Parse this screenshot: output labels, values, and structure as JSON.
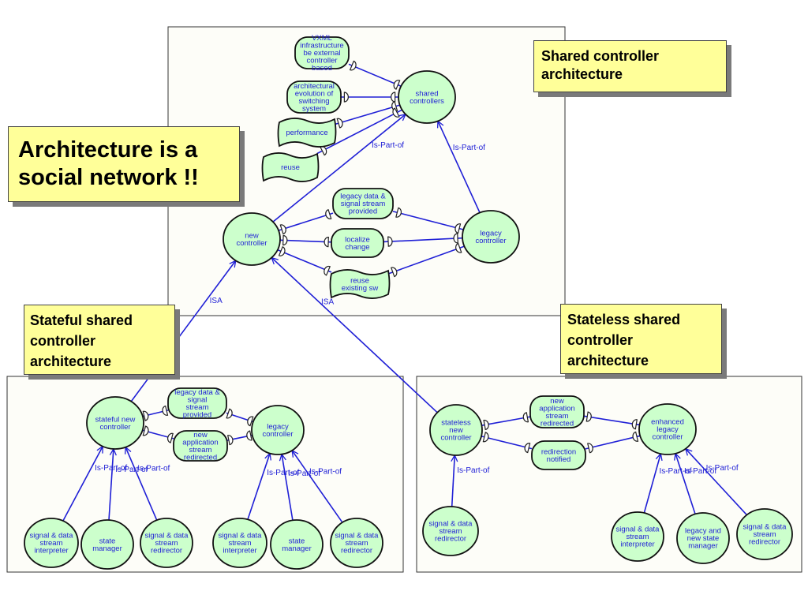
{
  "callouts": {
    "title": [
      "Architecture is a",
      "social network !!"
    ],
    "shared": [
      "Shared controller",
      "architecture"
    ],
    "stateful": [
      "Stateful shared",
      "controller",
      "architecture"
    ],
    "stateless": [
      "Stateless shared",
      "controller",
      "architecture"
    ]
  },
  "colors": {
    "node_fill": "#ccffcc",
    "edge": "#1f1fd6",
    "label": "#1f1fd6",
    "callout": "#ffff99"
  },
  "nodes": [
    {
      "id": "vxml",
      "shape": "rounded",
      "lines": [
        "VXML",
        "infrastructure",
        "be external",
        "controller",
        "based"
      ]
    },
    {
      "id": "arch_evol",
      "shape": "rounded",
      "lines": [
        "architectural",
        "evolution of",
        "switching",
        "system"
      ]
    },
    {
      "id": "performance",
      "shape": "wavy",
      "lines": [
        "performance"
      ]
    },
    {
      "id": "reuse_top",
      "shape": "wavy",
      "lines": [
        "reuse"
      ]
    },
    {
      "id": "shared_ctrl",
      "shape": "circle",
      "lines": [
        "shared",
        "controllers"
      ]
    },
    {
      "id": "new_ctrl",
      "shape": "circle",
      "lines": [
        "new",
        "controller"
      ]
    },
    {
      "id": "legacy_data",
      "shape": "rounded",
      "lines": [
        "legacy data &",
        "signal stream",
        "provided"
      ]
    },
    {
      "id": "localize",
      "shape": "rounded",
      "lines": [
        "localize",
        "change"
      ]
    },
    {
      "id": "reuse_sw",
      "shape": "wavy",
      "lines": [
        "reuse",
        "existing sw"
      ]
    },
    {
      "id": "legacy_ctrl",
      "shape": "circle",
      "lines": [
        "legacy",
        "controller"
      ]
    },
    {
      "id": "stateful_new",
      "shape": "circle",
      "lines": [
        "stateful new",
        "controller"
      ]
    },
    {
      "id": "l_legacy_data",
      "shape": "rounded",
      "lines": [
        "legacy data &",
        "signal",
        "stream",
        "provided"
      ]
    },
    {
      "id": "l_new_app",
      "shape": "rounded",
      "lines": [
        "new",
        "application",
        "stream",
        "redirected"
      ]
    },
    {
      "id": "l_legacy_ctrl",
      "shape": "circle",
      "lines": [
        "legacy",
        "controller"
      ]
    },
    {
      "id": "l_interp1",
      "shape": "circle",
      "lines": [
        "signal & data",
        "stream",
        "interpreter"
      ]
    },
    {
      "id": "l_state1",
      "shape": "circle",
      "lines": [
        "state",
        "manager"
      ]
    },
    {
      "id": "l_redir1",
      "shape": "circle",
      "lines": [
        "signal & data",
        "stream",
        "redirector"
      ]
    },
    {
      "id": "l_interp2",
      "shape": "circle",
      "lines": [
        "signal & data",
        "stream",
        "interpreter"
      ]
    },
    {
      "id": "l_state2",
      "shape": "circle",
      "lines": [
        "state",
        "manager"
      ]
    },
    {
      "id": "l_redir2",
      "shape": "circle",
      "lines": [
        "signal & data",
        "stream",
        "redirector"
      ]
    },
    {
      "id": "stateless_new",
      "shape": "circle",
      "lines": [
        "stateless",
        "new",
        "controller"
      ]
    },
    {
      "id": "r_new_app",
      "shape": "rounded",
      "lines": [
        "new",
        "application",
        "stream",
        "redirected"
      ]
    },
    {
      "id": "r_redir_notified",
      "shape": "rounded",
      "lines": [
        "redirection",
        "notified"
      ]
    },
    {
      "id": "enhanced",
      "shape": "circle",
      "lines": [
        "enhanced",
        "legacy",
        "controller"
      ]
    },
    {
      "id": "r_redir_sl",
      "shape": "circle",
      "lines": [
        "signal & data",
        "stream",
        "redirector"
      ]
    },
    {
      "id": "r_interp",
      "shape": "circle",
      "lines": [
        "signal & data",
        "stream",
        "interpreter"
      ]
    },
    {
      "id": "r_legacy_state",
      "shape": "circle",
      "lines": [
        "legacy and",
        "new state",
        "manager"
      ]
    },
    {
      "id": "r_redir",
      "shape": "circle",
      "lines": [
        "signal & data",
        "stream",
        "redirector"
      ]
    }
  ],
  "edges": [
    {
      "from": "vxml",
      "to": "shared_ctrl",
      "label": ""
    },
    {
      "from": "arch_evol",
      "to": "shared_ctrl",
      "label": ""
    },
    {
      "from": "performance",
      "to": "shared_ctrl",
      "label": ""
    },
    {
      "from": "reuse_top",
      "to": "shared_ctrl",
      "label": ""
    },
    {
      "from": "new_ctrl",
      "to": "shared_ctrl",
      "label": "Is-Part-of"
    },
    {
      "from": "legacy_ctrl",
      "to": "shared_ctrl",
      "label": "Is-Part-of"
    },
    {
      "from": "new_ctrl",
      "to": "legacy_data",
      "label": ""
    },
    {
      "from": "new_ctrl",
      "to": "localize",
      "label": ""
    },
    {
      "from": "new_ctrl",
      "to": "reuse_sw",
      "label": ""
    },
    {
      "from": "legacy_ctrl",
      "to": "legacy_data",
      "label": ""
    },
    {
      "from": "legacy_ctrl",
      "to": "localize",
      "label": ""
    },
    {
      "from": "legacy_ctrl",
      "to": "reuse_sw",
      "label": ""
    },
    {
      "from": "stateful_new",
      "to": "new_ctrl",
      "label": "ISA"
    },
    {
      "from": "stateless_new",
      "to": "new_ctrl",
      "label": "ISA"
    },
    {
      "from": "stateful_new",
      "to": "l_legacy_data",
      "label": ""
    },
    {
      "from": "stateful_new",
      "to": "l_new_app",
      "label": ""
    },
    {
      "from": "l_legacy_ctrl",
      "to": "l_legacy_data",
      "label": ""
    },
    {
      "from": "l_legacy_ctrl",
      "to": "l_new_app",
      "label": ""
    },
    {
      "from": "l_interp1",
      "to": "stateful_new",
      "label": "Is-Part-of"
    },
    {
      "from": "l_state1",
      "to": "stateful_new",
      "label": "Is-Part-of"
    },
    {
      "from": "l_redir1",
      "to": "stateful_new",
      "label": "Is-Part-of"
    },
    {
      "from": "l_interp2",
      "to": "l_legacy_ctrl",
      "label": "Is-Part-of"
    },
    {
      "from": "l_state2",
      "to": "l_legacy_ctrl",
      "label": "Is-Part-of"
    },
    {
      "from": "l_redir2",
      "to": "l_legacy_ctrl",
      "label": "Is-Part-of"
    },
    {
      "from": "stateless_new",
      "to": "r_new_app",
      "label": ""
    },
    {
      "from": "stateless_new",
      "to": "r_redir_notified",
      "label": ""
    },
    {
      "from": "enhanced",
      "to": "r_new_app",
      "label": ""
    },
    {
      "from": "enhanced",
      "to": "r_redir_notified",
      "label": ""
    },
    {
      "from": "r_redir_sl",
      "to": "stateless_new",
      "label": "Is-Part-of"
    },
    {
      "from": "r_interp",
      "to": "enhanced",
      "label": "Is-Part-of"
    },
    {
      "from": "r_legacy_state",
      "to": "enhanced",
      "label": "Is-Part-of"
    },
    {
      "from": "r_redir",
      "to": "enhanced",
      "label": "Is-Part-of"
    }
  ]
}
